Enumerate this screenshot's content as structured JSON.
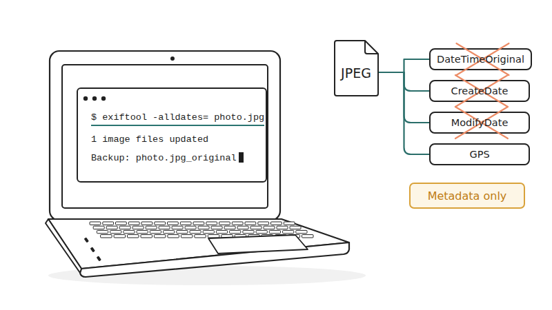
{
  "diagram": {
    "nodes": [
      {
        "text": [
          "JPEG"
        ]
      },
      {
        "text": [
          "DateTimeOriginal"
        ]
      },
      {
        "text": [
          "CreateDate"
        ]
      },
      {
        "text": [
          "ModifyDate"
        ]
      },
      {
        "text": [
          "GPS"
        ]
      },
      {
        "text": [
          "Metadata only"
        ]
      }
    ],
    "edges": [
      {
        "from": 0,
        "to": 1,
        "arrow": "none"
      },
      {
        "from": 0,
        "to": 2,
        "arrow": "none"
      },
      {
        "from": 0,
        "to": 3,
        "arrow": "none"
      },
      {
        "from": 0,
        "to": 4,
        "arrow": "none"
      }
    ],
    "labels": [
      "$ exiftool -alldates= photo.jpg",
      "1 image files updated",
      "Backup: photo.jpg_original"
    ]
  }
}
